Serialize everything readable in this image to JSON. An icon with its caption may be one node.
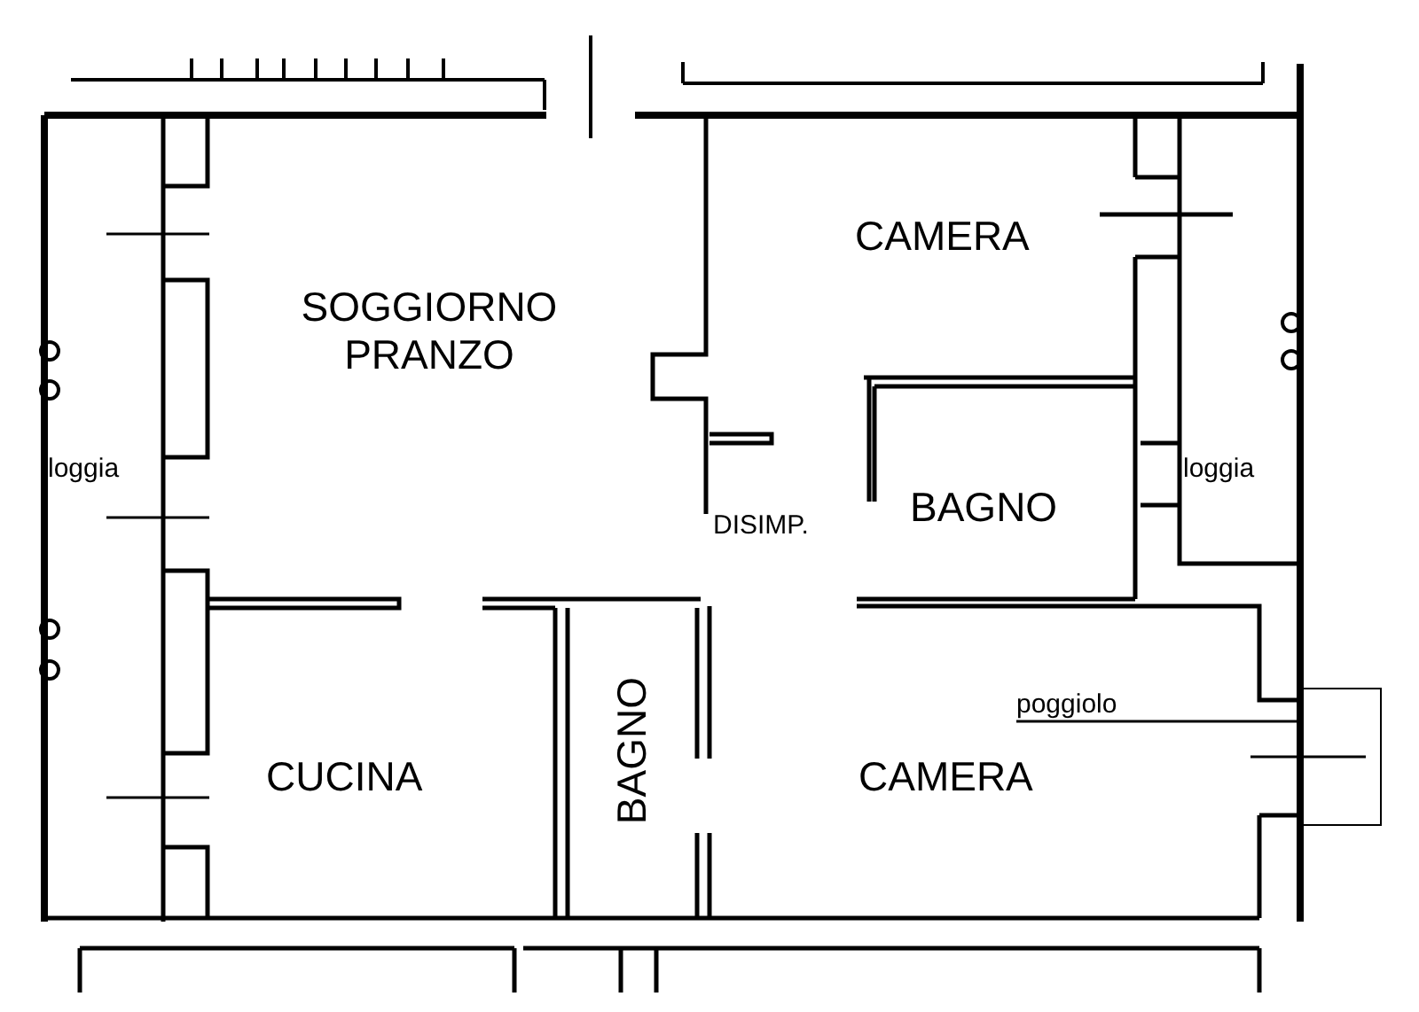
{
  "diagram": {
    "nodes": [
      {
        "text": [
          "SOGGIORNO PRANZO"
        ]
      },
      {
        "text": [
          "CAMERA"
        ]
      },
      {
        "text": [
          "loggia"
        ]
      },
      {
        "text": [
          "BAGNO"
        ]
      },
      {
        "text": [
          "DISIMP."
        ]
      },
      {
        "text": [
          "loggia"
        ]
      },
      {
        "text": [
          "CUCINA"
        ]
      },
      {
        "text": [
          "BAGNO"
        ]
      },
      {
        "text": [
          "CAMERA"
        ]
      },
      {
        "text": [
          "poggiolo"
        ],
        "in": 8
      },
      {
        "text": [],
        "shape": "box"
      }
    ],
    "edges": [
      {
        "from": 9,
        "to": 10,
        "arrow": "none"
      }
    ]
  }
}
